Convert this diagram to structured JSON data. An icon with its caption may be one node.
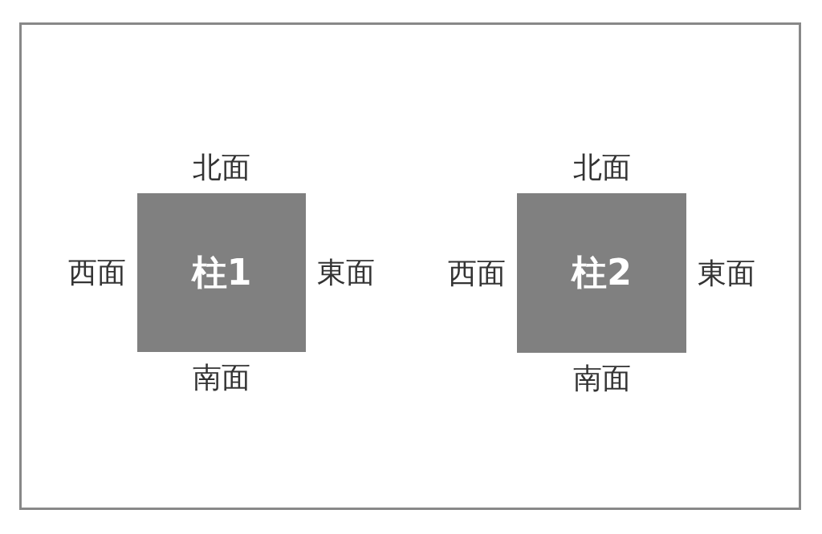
{
  "diagram": {
    "nodes": [
      {
        "text": [
          "柱1"
        ],
        "beside": [
          "北面",
          "西面",
          "東面",
          "南面"
        ]
      },
      {
        "text": [
          "柱2"
        ],
        "beside": [
          "北面",
          "西面",
          "東面",
          "南面"
        ]
      }
    ]
  }
}
